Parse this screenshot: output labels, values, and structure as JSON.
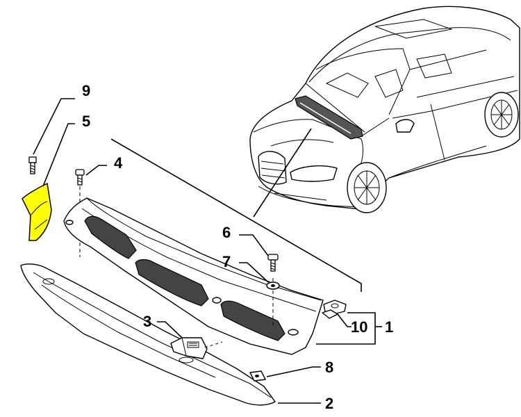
{
  "diagram": {
    "highlight_color": "#ffff00",
    "callouts": [
      {
        "id": "9",
        "label": "9"
      },
      {
        "id": "5",
        "label": "5"
      },
      {
        "id": "4",
        "label": "4"
      },
      {
        "id": "6",
        "label": "6"
      },
      {
        "id": "7",
        "label": "7"
      },
      {
        "id": "3",
        "label": "3"
      },
      {
        "id": "10",
        "label": "10"
      },
      {
        "id": "1",
        "label": "1"
      },
      {
        "id": "8",
        "label": "8"
      },
      {
        "id": "2",
        "label": "2"
      }
    ]
  }
}
